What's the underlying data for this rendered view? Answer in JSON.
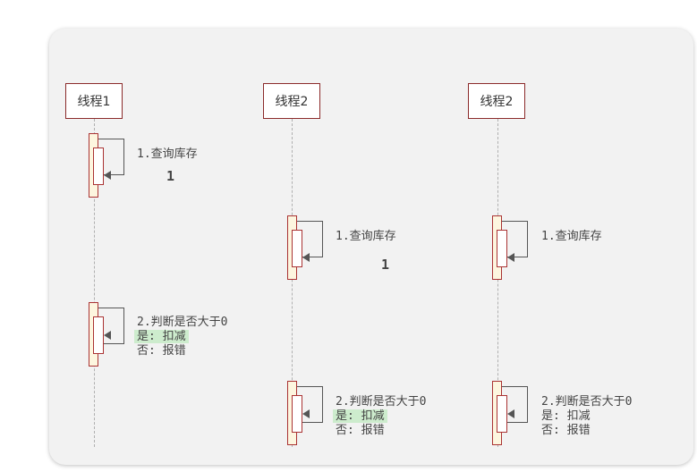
{
  "lifelines": [
    {
      "label": "线程1"
    },
    {
      "label": "线程2"
    },
    {
      "label": "线程2"
    }
  ],
  "steps": {
    "query": "1.查询库存",
    "judge": "2.判断是否大于0",
    "yes": "是: 扣减",
    "no": "否: 报错"
  },
  "stock_values": {
    "thread1": "1",
    "thread2": "1"
  }
}
